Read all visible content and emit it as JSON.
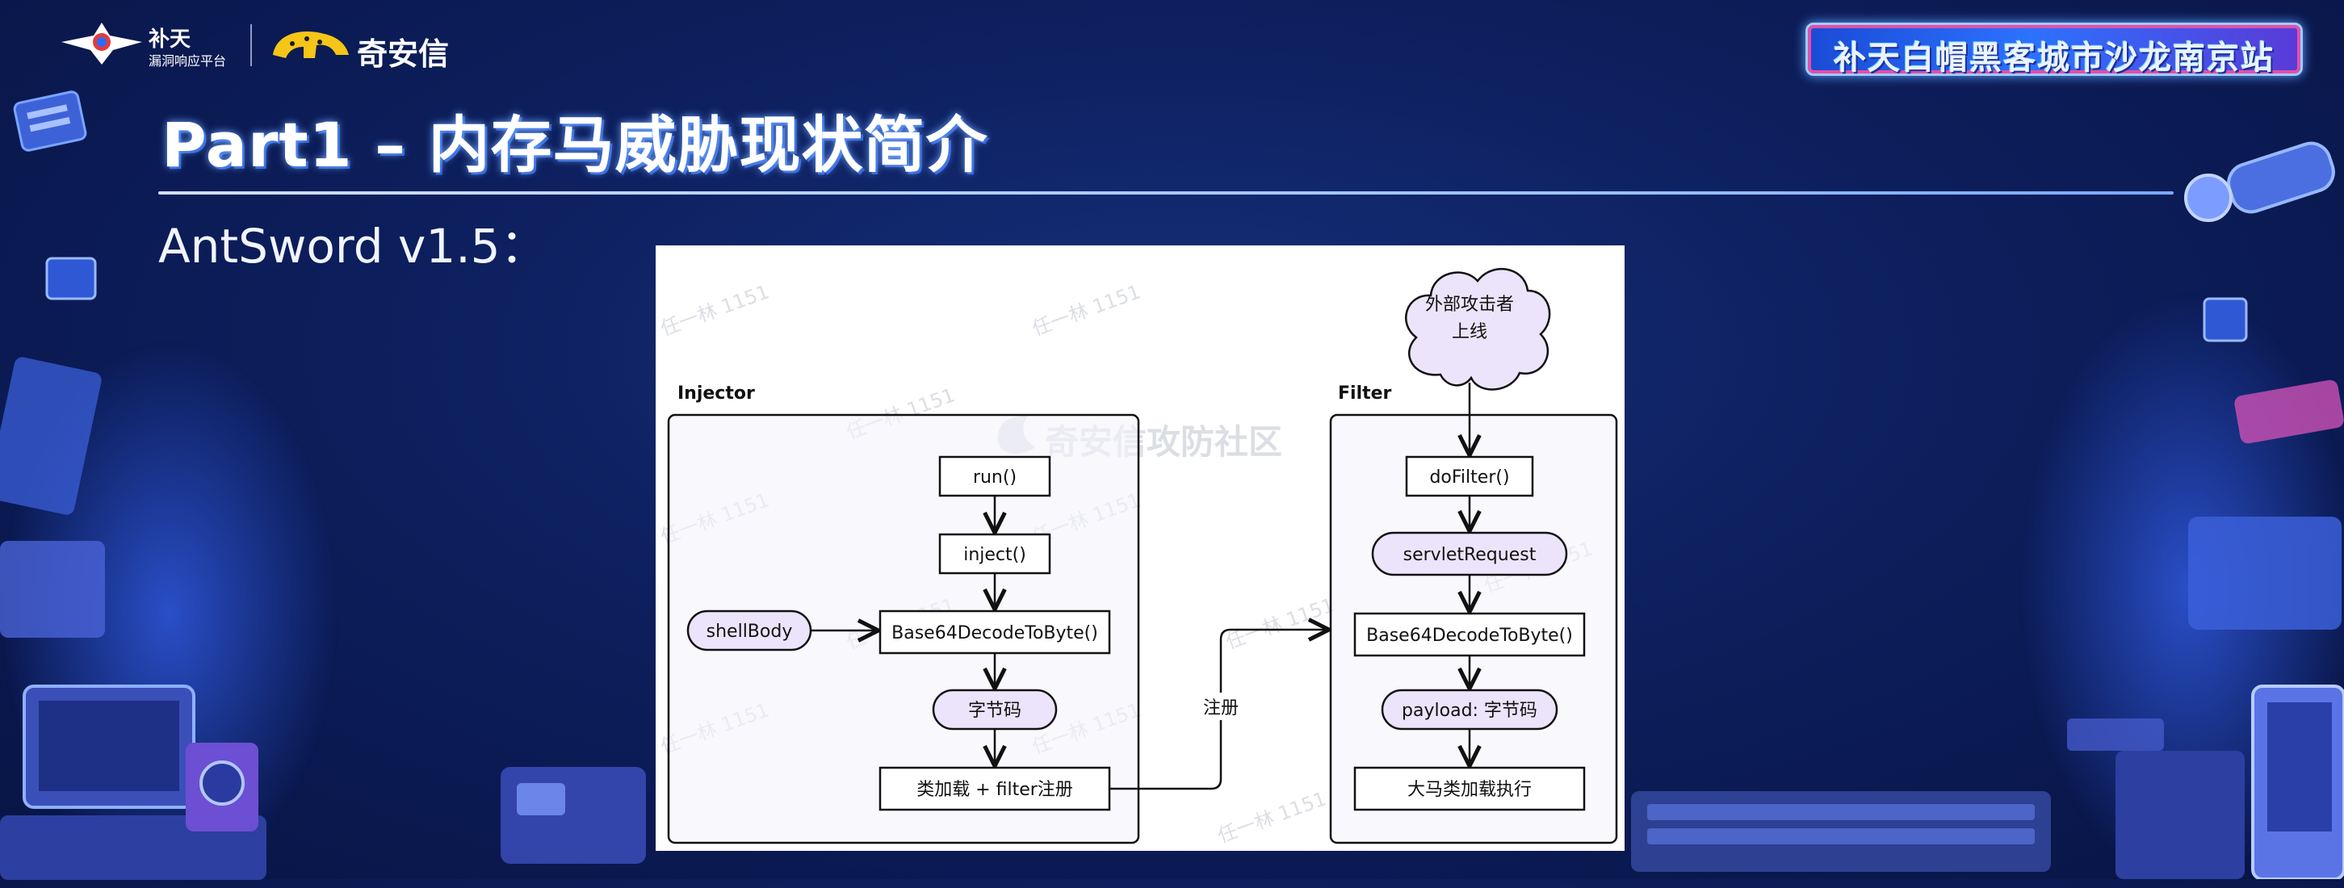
{
  "header": {
    "logo_left": {
      "name": "补天",
      "tagline": "漏洞响应平台"
    },
    "logo_right": {
      "name": "奇安信"
    },
    "event_banner": "补天白帽黑客城市沙龙南京站"
  },
  "slide": {
    "title": "Part1 – 内存马威胁现状简介",
    "subtitle": "AntSword v1.5："
  },
  "diagram": {
    "watermark": "奇安信攻防社区",
    "user_watermark": "任一林 1151",
    "groups": {
      "injector": "Injector",
      "filter": "Filter"
    },
    "nodes": {
      "run": "run()",
      "inject": "inject()",
      "shellbody": "shellBody",
      "b64_left": "Base64DecodeToByte()",
      "bytecode_left": "字节码",
      "classload_register": "类加载 + filter注册",
      "attacker_line1": "外部攻击者",
      "attacker_line2": "上线",
      "dofilter": "doFilter()",
      "servletrequest": "servletRequest",
      "b64_right": "Base64DecodeToByte()",
      "payload": "payload: 字节码",
      "exec": "大马类加载执行"
    },
    "edge_labels": {
      "register": "注册"
    }
  },
  "colors": {
    "background": "#0d1f5e",
    "title_glow": "#6ea5ff",
    "pill_fill": "#ece4fb",
    "group_fill": "#f4f4fb",
    "stroke": "#111111"
  }
}
